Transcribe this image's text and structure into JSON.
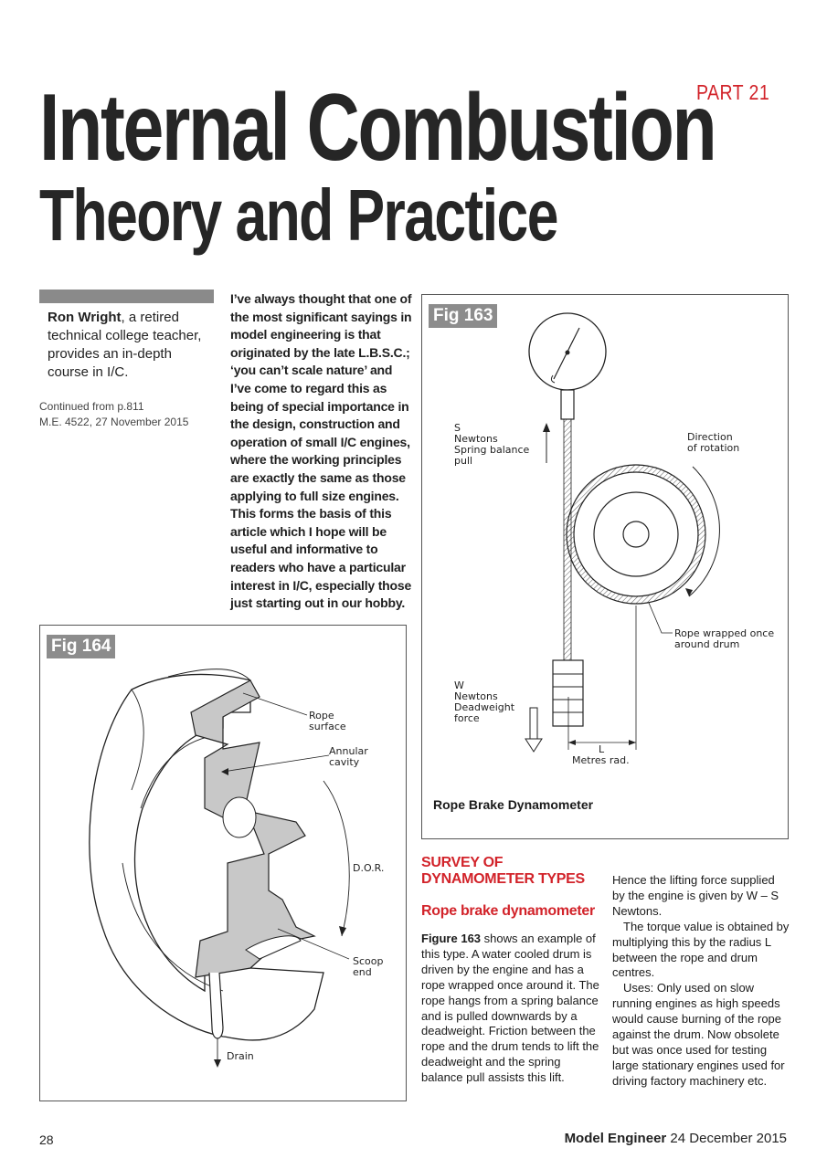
{
  "header": {
    "part": "PART 21",
    "title_line1": "Internal Combustion",
    "title_line2": "Theory and Practice"
  },
  "author": {
    "name": "Ron Wright",
    "description": ", a retired technical college teacher, provides an in-depth course in I/C.",
    "continued_line1": "Continued from p.811",
    "continued_line2": "M.E. 4522, 27 November 2015"
  },
  "intro": "I’ve always thought that one of the most significant sayings in model engineering is that originated by the late L.B.S.C.; ‘you can’t scale nature’ and I’ve come to regard this as being of special importance in the design, construction and operation of small I/C engines, where the working principles are exactly the same as those applying to full size engines. This forms the basis of this article which I hope will be useful and informative to readers who have a particular interest in I/C, especially those just starting out in our hobby.",
  "fig163": {
    "tag": "Fig 163",
    "caption": "Rope Brake Dynamometer",
    "labels": {
      "s1": "S",
      "s2": "Newtons",
      "s3": "Spring balance",
      "s4": "pull",
      "dir1": "Direction",
      "dir2": "of rotation",
      "rope1": "Rope wrapped once",
      "rope2": "around drum",
      "w1": "W",
      "w2": "Newtons",
      "w3": "Deadweight",
      "w4": "force",
      "l1": "L",
      "l2": "Metres rad."
    }
  },
  "fig164": {
    "tag": "Fig 164",
    "labels": {
      "rope1": "Rope",
      "rope2": "surface",
      "ann1": "Annular",
      "ann2": "cavity",
      "dor": "D.O.R.",
      "scoop1": "Scoop",
      "scoop2": "end",
      "drain": "Drain"
    }
  },
  "article": {
    "survey_heading": "SURVEY OF DYNAMOMETER TYPES",
    "rope_heading": "Rope brake dynamometer",
    "fig_ref": "Figure 163",
    "para1": " shows an example of this type. A water cooled drum is driven by the engine and has a rope wrapped once around it. The rope hangs from a spring balance and is pulled downwards by a deadweight. Friction between the rope and the drum tends to lift the deadweight and the spring balance pull assists this lift.",
    "para2": "Hence the lifting force supplied by the engine is given by W – S Newtons.",
    "para3": "The torque value is obtained by multiplying this by the radius L between the rope and drum centres.",
    "para4": "Uses: Only used on slow running engines as high speeds would cause burning of the rope against the drum. Now obsolete but was once used for testing large stationary engines used for driving factory machinery etc."
  },
  "footer": {
    "page_number": "28",
    "magazine": "Model Engineer",
    "date": " 24 December 2015"
  }
}
